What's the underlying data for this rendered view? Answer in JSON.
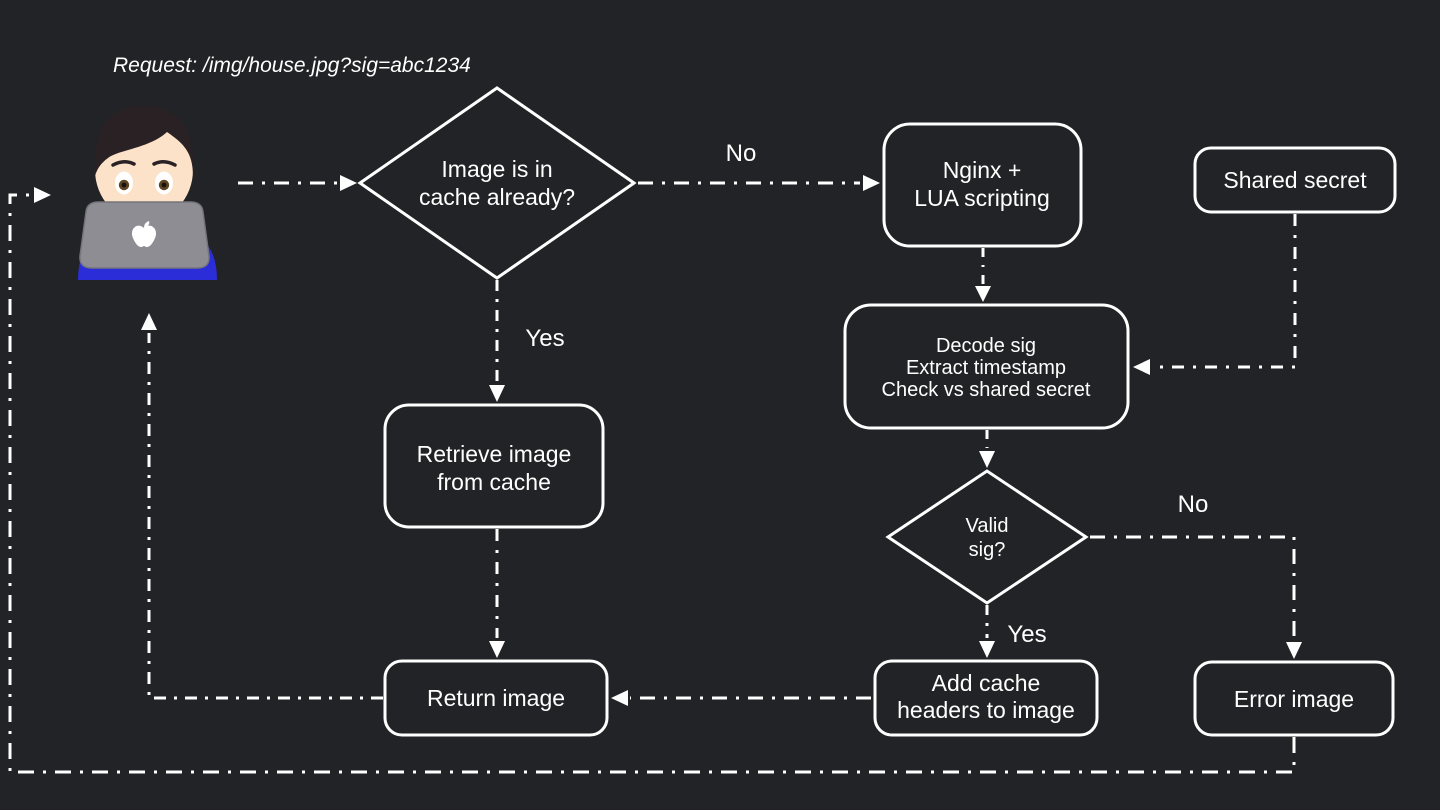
{
  "colors": {
    "bg": "#222326",
    "line": "#ffffff",
    "text": "#ffffff",
    "hair": "#2a2124",
    "skin": "#fbe2c9",
    "laptop": "#8d8d93",
    "laptop-dark": "#75757b",
    "shirt": "#2b2ed8",
    "iris": "#5d4423"
  },
  "title": "Request: /img/house.jpg?sig=abc1234",
  "icons": {
    "user": "person-technologist"
  },
  "nodes": {
    "cache_check": {
      "line1": "Image is in",
      "line2": "cache already?"
    },
    "nginx": {
      "line1": "Nginx +",
      "line2": "LUA scripting"
    },
    "shared_secret": {
      "label": "Shared secret"
    },
    "decode": {
      "line1": "Decode sig",
      "line2": "Extract timestamp",
      "line3": "Check vs shared secret"
    },
    "valid_sig": {
      "line1": "Valid",
      "line2": "sig?"
    },
    "retrieve": {
      "line1": "Retrieve image",
      "line2": "from cache"
    },
    "return_image": {
      "label": "Return image"
    },
    "add_headers": {
      "line1": "Add cache",
      "line2": "headers to image"
    },
    "error_image": {
      "label": "Error image"
    }
  },
  "edge_labels": {
    "cache_no": "No",
    "cache_yes": "Yes",
    "sig_yes": "Yes",
    "sig_no": "No"
  }
}
